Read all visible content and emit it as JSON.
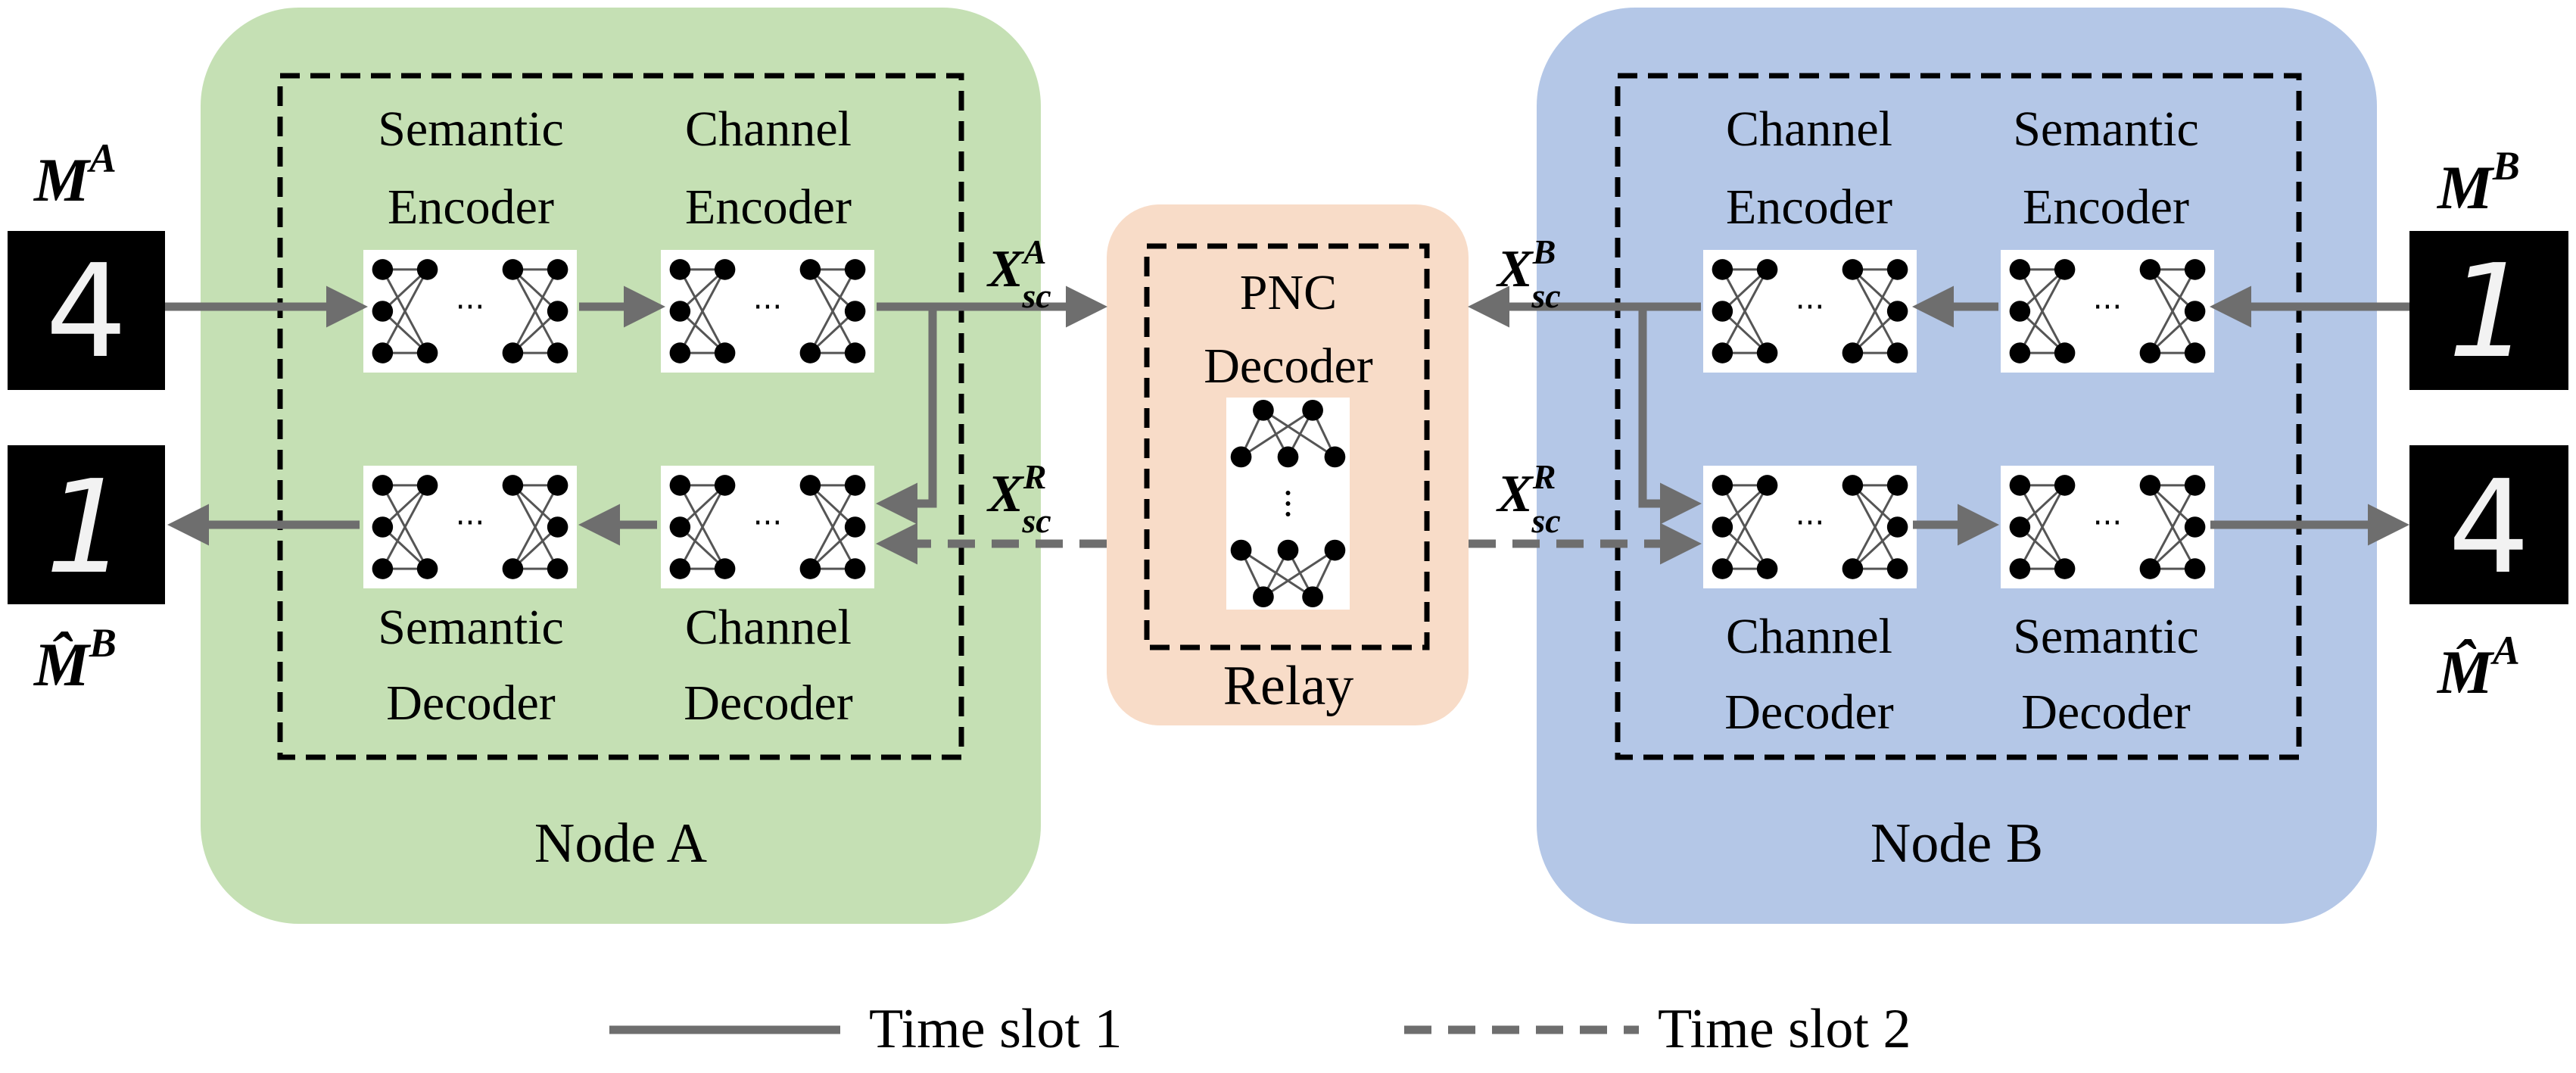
{
  "colors": {
    "node_a_bg": "#c5e0b4",
    "node_b_bg": "#b4c7e7",
    "relay_bg": "#f8dcc8",
    "arrow": "#6e6e6e",
    "dashed_box": "#000000",
    "neural_node": "#000000"
  },
  "node_a": {
    "name": "Node A",
    "semantic_encoder": [
      "Semantic",
      "Encoder"
    ],
    "channel_encoder": [
      "Channel",
      "Encoder"
    ],
    "semantic_decoder": [
      "Semantic",
      "Decoder"
    ],
    "channel_decoder": [
      "Channel",
      "Decoder"
    ],
    "input_label": {
      "base": "M",
      "sup": "A"
    },
    "input_digit": "4",
    "output_label": {
      "base": "M̂",
      "sup": "B"
    },
    "output_digit": "1"
  },
  "node_b": {
    "name": "Node B",
    "channel_encoder": [
      "Channel",
      "Encoder"
    ],
    "semantic_encoder": [
      "Semantic",
      "Encoder"
    ],
    "channel_decoder": [
      "Channel",
      "Decoder"
    ],
    "semantic_decoder": [
      "Semantic",
      "Decoder"
    ],
    "input_label": {
      "base": "M",
      "sup": "B"
    },
    "input_digit": "1",
    "output_label": {
      "base": "M̂",
      "sup": "A"
    },
    "output_digit": "4"
  },
  "relay": {
    "name": "Relay",
    "decoder": [
      "PNC",
      "Decoder"
    ]
  },
  "signals": {
    "xa": {
      "base": "X",
      "sub": "sc",
      "sup": "A"
    },
    "xb": {
      "base": "X",
      "sub": "sc",
      "sup": "B"
    },
    "xr_left": {
      "base": "X",
      "sub": "sc",
      "sup": "R"
    },
    "xr_right": {
      "base": "X",
      "sub": "sc",
      "sup": "R"
    }
  },
  "legend": {
    "slot1": "Time slot 1",
    "slot2": "Time slot 2"
  }
}
